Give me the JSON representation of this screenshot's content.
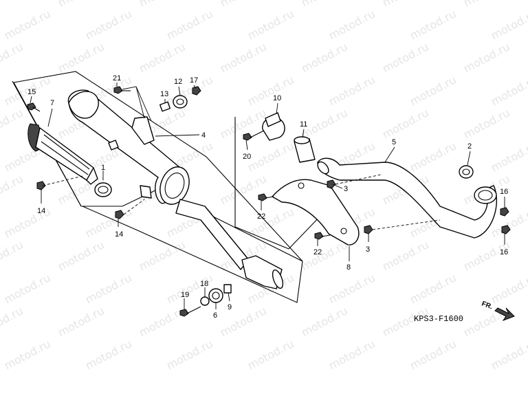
{
  "watermark": "motod.ru",
  "diagram_code": "KPS3-F1600",
  "front_label": "FR.",
  "callouts": {
    "c1": "1",
    "c2": "2",
    "c3a": "3",
    "c3b": "3",
    "c4": "4",
    "c5": "5",
    "c6": "6",
    "c7": "7",
    "c8": "8",
    "c9": "9",
    "c10": "10",
    "c11": "11",
    "c12": "12",
    "c13": "13",
    "c14a": "14",
    "c14b": "14",
    "c15": "15",
    "c16a": "16",
    "c16b": "16",
    "c17": "17",
    "c18": "18",
    "c19": "19",
    "c20": "20",
    "c21": "21",
    "c22a": "22",
    "c22b": "22"
  },
  "colors": {
    "line": "#000000",
    "background": "#ffffff",
    "watermark": "#cfcfcf"
  }
}
